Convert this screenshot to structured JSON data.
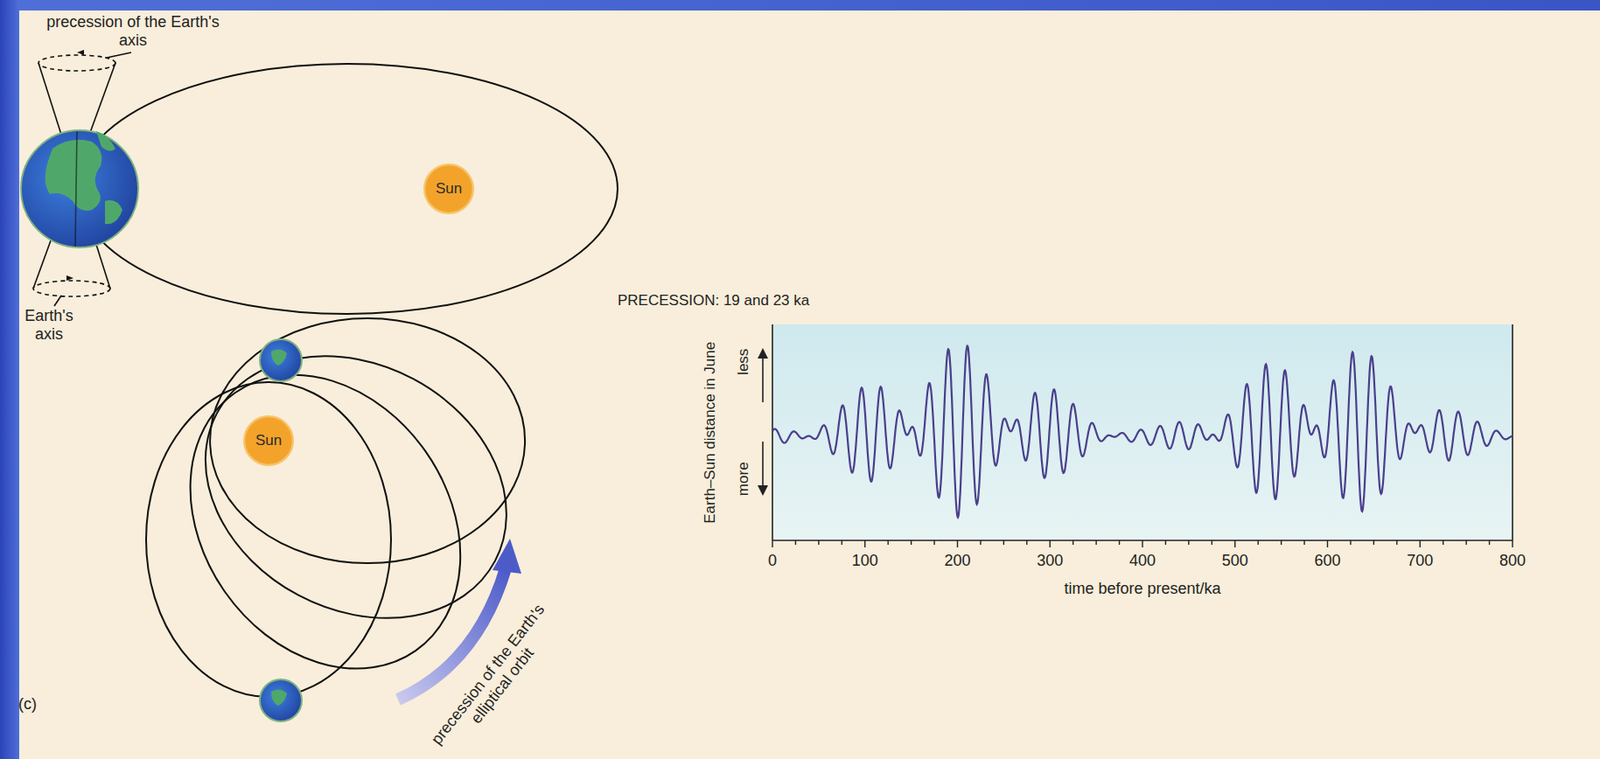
{
  "diagram": {
    "nodes": [
      {
        "text": [
          "Sun"
        ]
      },
      {
        "text": [
          "Sun"
        ]
      }
    ],
    "labels": [
      "precession of the Earth's axis",
      "Earth's axis",
      "precession of the Earth's elliptical orbit",
      "(c)",
      "PRECESSION: 19 and 23 ka",
      "Earth–Sun distance in June",
      "less",
      "more",
      "0",
      "100",
      "200",
      "300",
      "400",
      "500",
      "600",
      "700",
      "800",
      "time before present/ka"
    ]
  }
}
